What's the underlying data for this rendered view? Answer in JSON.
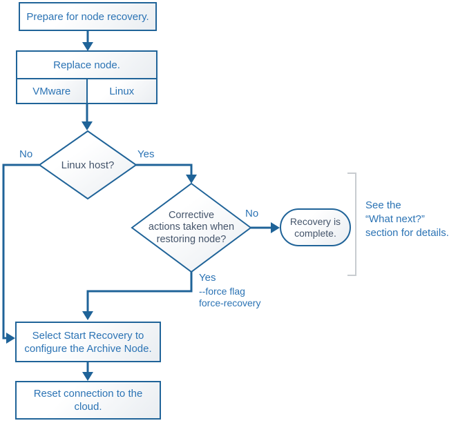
{
  "colors": {
    "line_blue": "#1f6398",
    "box_text_blue": "#2b73b4",
    "shape_text_dark": "#44546a",
    "bracket_gray": "#c8ccd0",
    "fill_gradient_end": "#e9edf1"
  },
  "nodes": {
    "prepare": {
      "label": "Prepare for node recovery."
    },
    "replace": {
      "label": "Replace node.",
      "vmware": "VMware",
      "linux": "Linux"
    },
    "linux_host": {
      "label": "Linux host?"
    },
    "corrective": {
      "lines": [
        "Corrective",
        "actions taken when",
        "restoring node?"
      ]
    },
    "recovery_complete": {
      "lines": [
        "Recovery is",
        "complete."
      ]
    },
    "select_recovery": {
      "lines": [
        "Select Start Recovery to",
        "configure the Archive Node."
      ]
    },
    "reset_connection": {
      "lines": [
        "Reset connection to the",
        "cloud."
      ]
    }
  },
  "labels": {
    "linux_host_no": "No",
    "linux_host_yes": "Yes",
    "corrective_no": "No",
    "corrective_yes": "Yes",
    "force_note": [
      "--force flag",
      "force-recovery"
    ],
    "see_note": [
      "See the",
      "“What next?”",
      "section for details."
    ]
  }
}
